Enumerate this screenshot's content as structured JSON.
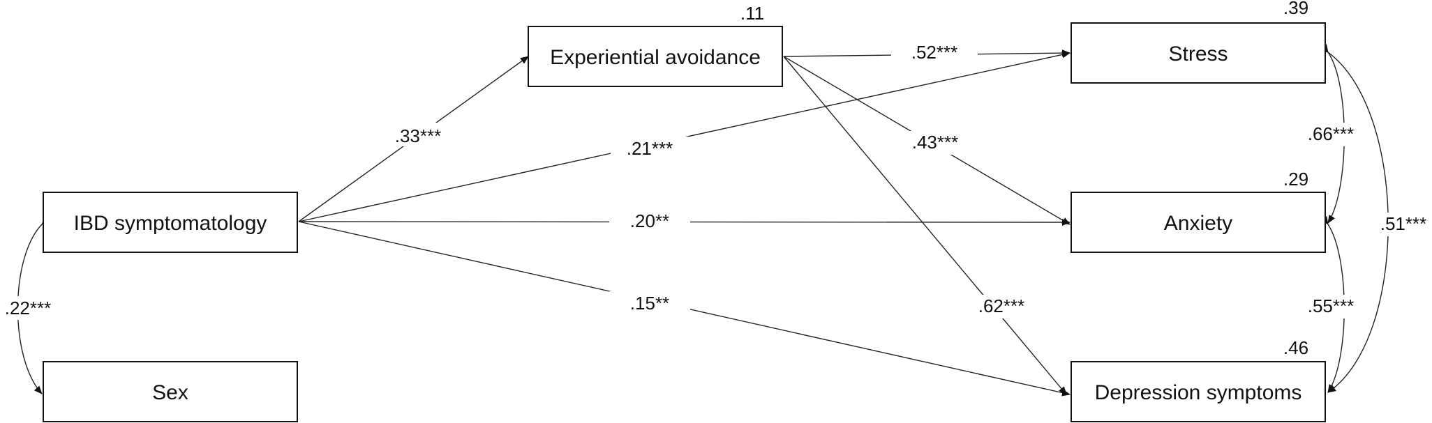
{
  "nodes": {
    "ibd": {
      "label": "IBD symptomatology",
      "r2": ""
    },
    "sex": {
      "label": "Sex",
      "r2": ""
    },
    "ea": {
      "label": "Experiential avoidance",
      "r2": ".11"
    },
    "stress": {
      "label": "Stress",
      "r2": ".39"
    },
    "anxiety": {
      "label": "Anxiety",
      "r2": ".29"
    },
    "depression": {
      "label": "Depression symptoms",
      "r2": ".46"
    }
  },
  "paths": {
    "ibd_to_ea": ".33***",
    "ibd_to_stress": ".21***",
    "ibd_to_anxiety": ".20**",
    "ibd_to_depression": ".15**",
    "ea_to_stress": ".52***",
    "ea_to_anxiety": ".43***",
    "ea_to_depression": ".62***"
  },
  "covariances": {
    "ibd_sex": ".22***",
    "stress_anxiety": ".66***",
    "anxiety_depression": ".55***",
    "stress_depression": ".51***"
  },
  "colors": {
    "line": "#222222",
    "box_border": "#111111",
    "background": "#ffffff"
  }
}
